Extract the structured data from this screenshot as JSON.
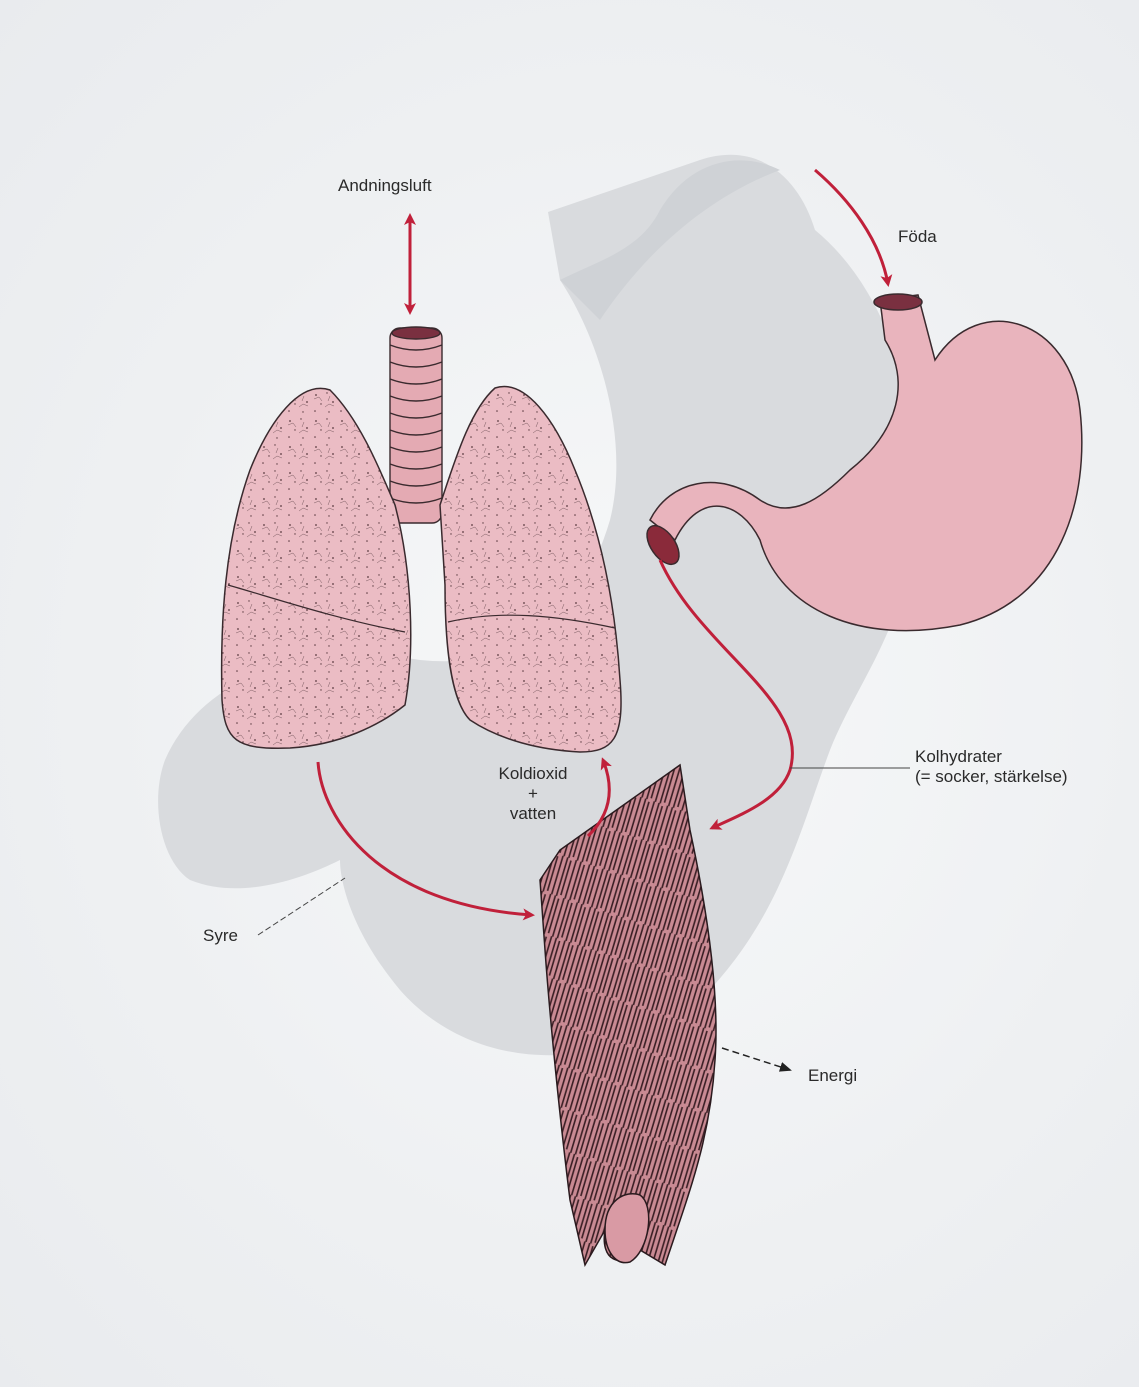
{
  "labels": {
    "air": "Andningsluft",
    "food": "Föda",
    "co2_line1": "Koldioxid",
    "co2_plus": "+",
    "co2_line2": "vatten",
    "carb_line1": "Kolhydrater",
    "carb_line2": "(= socker, stärkelse)",
    "oxygen": "Syre",
    "energy": "Energi"
  },
  "colors": {
    "arrow": "#c0203a",
    "organ_fill": "#e9b4bd",
    "organ_outline": "#3a2a2e",
    "muscle_fill": "#c98a93",
    "silhouette": "#d9dbde"
  }
}
